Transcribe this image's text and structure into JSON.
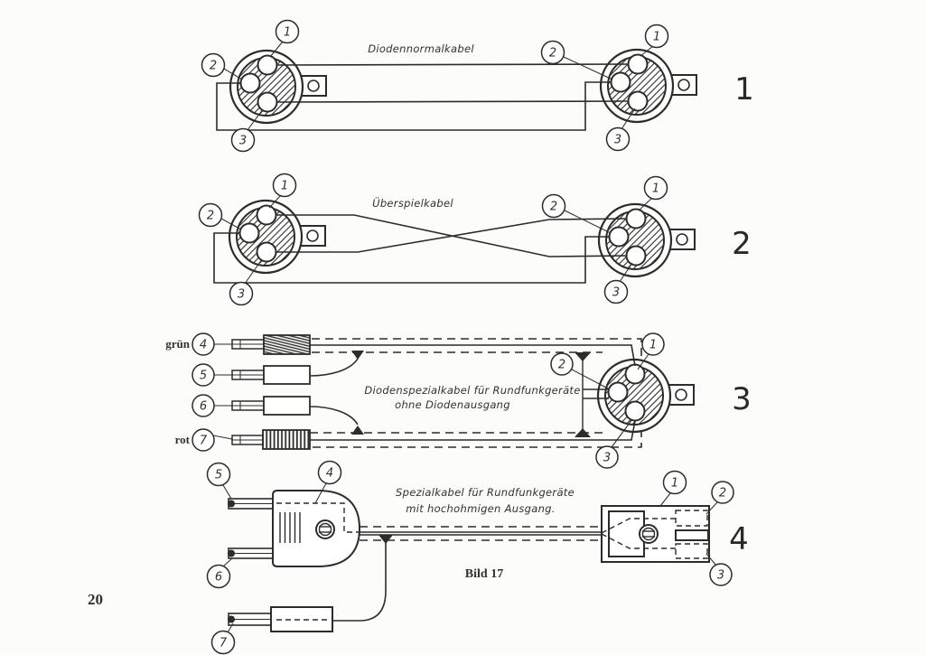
{
  "footer": {
    "page_number": "20",
    "figure_caption": "Bild 17"
  },
  "colors": {
    "ink": "#2e2c29",
    "paper": "#fcfcfa"
  },
  "diagram1": {
    "number": "1",
    "title": "Diodennormalkabel",
    "left_connector": {
      "pin1": "1",
      "pin2": "2",
      "pin3": "3"
    },
    "right_connector": {
      "pin1": "1",
      "pin2": "2",
      "pin3": "3"
    }
  },
  "diagram2": {
    "number": "2",
    "title": "Überspielkabel",
    "left_connector": {
      "pin1": "1",
      "pin2": "2",
      "pin3": "3"
    },
    "right_connector": {
      "pin1": "1",
      "pin2": "2",
      "pin3": "3"
    }
  },
  "diagram3": {
    "number": "3",
    "title_line1": "Diodenspezialkabel für Rundfunkgeräte",
    "title_line2": "ohne Diodenausgang",
    "color_label_top": "grün",
    "color_label_bottom": "rot",
    "plug4": "4",
    "plug5": "5",
    "plug6": "6",
    "plug7": "7",
    "connector": {
      "pin1": "1",
      "pin2": "2",
      "pin3": "3"
    }
  },
  "diagram4": {
    "number": "4",
    "title_line1": "Spezialkabel für Rundfunkgeräte",
    "title_line2": "mit hochohmigen Ausgang.",
    "plug_body_label": "4",
    "prong_top": "5",
    "prong_bottom": "6",
    "banana_plug": "7",
    "connector": {
      "label1": "1",
      "label2": "2",
      "label3": "3"
    }
  }
}
